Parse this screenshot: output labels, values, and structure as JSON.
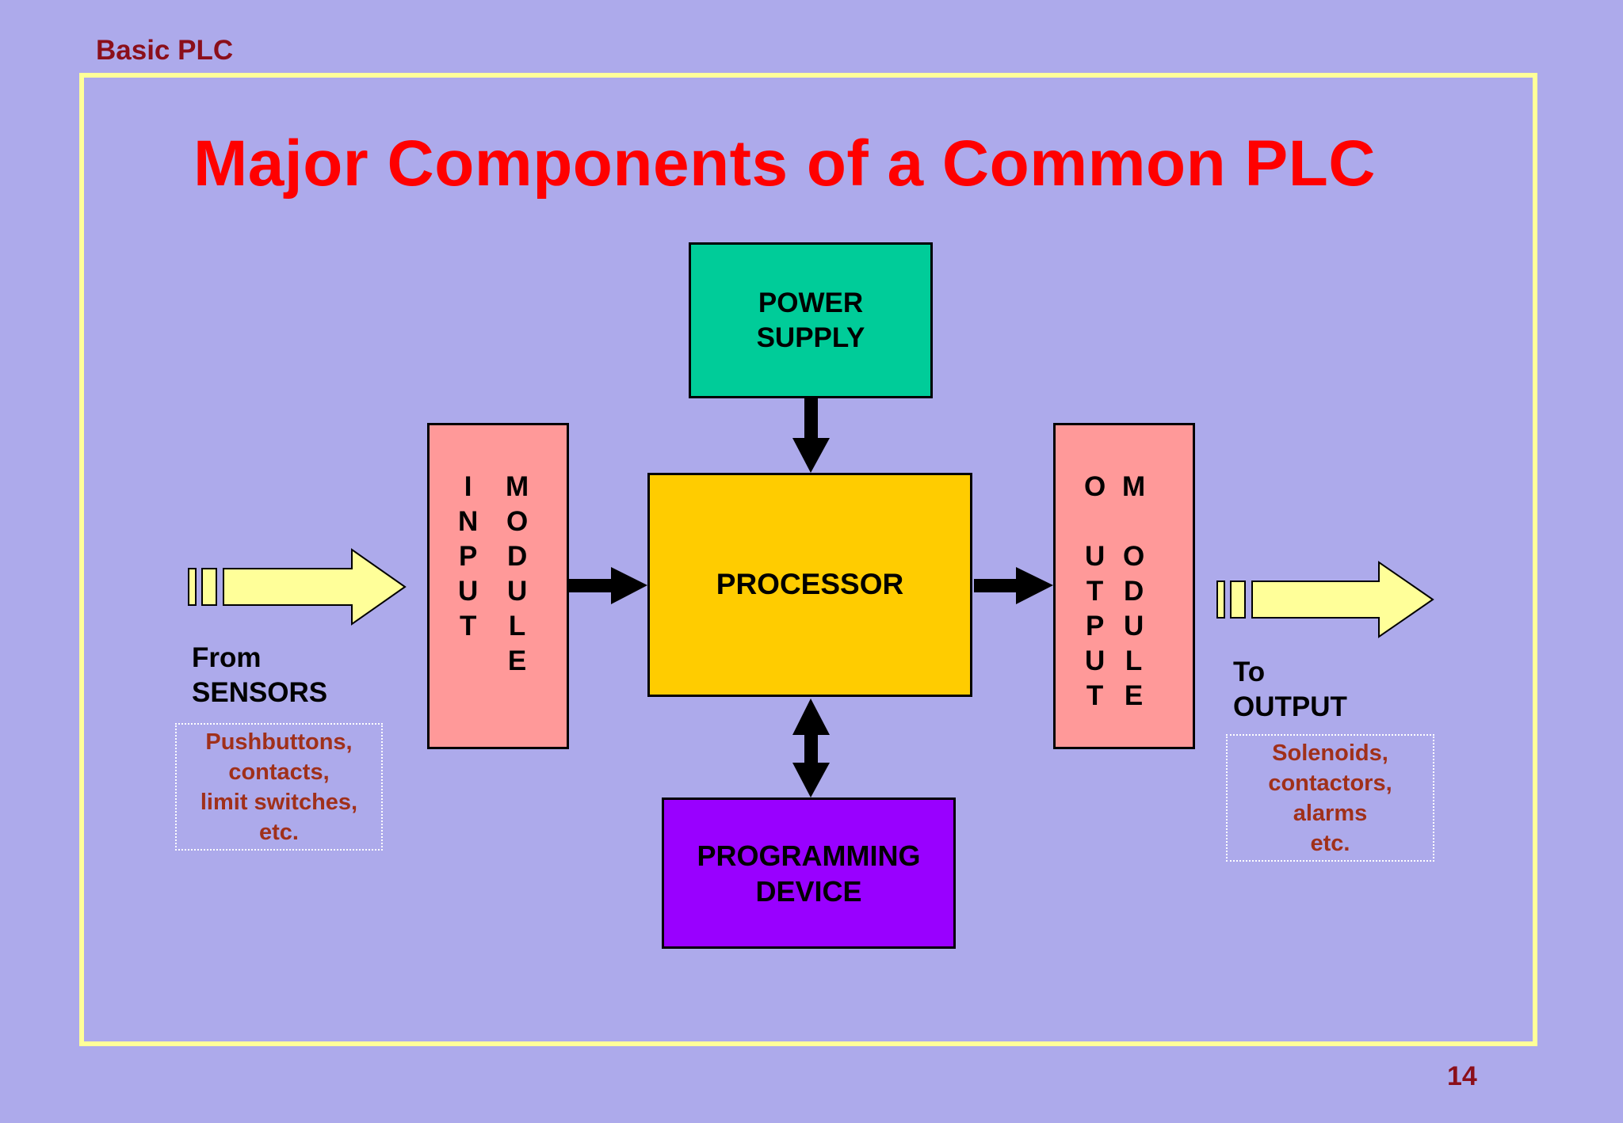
{
  "header": {
    "section": "Basic PLC"
  },
  "title": "Major Components of a Common PLC",
  "blocks": {
    "power_supply": "POWER\nSUPPLY",
    "processor": "PROCESSOR",
    "programming_device": "PROGRAMMING\nDEVICE",
    "input_module": {
      "col1": [
        "I",
        "N",
        "P",
        "U",
        "T"
      ],
      "col2": [
        "M",
        "O",
        "D",
        "U",
        "L",
        "E"
      ]
    },
    "output_module": {
      "col1": [
        "O",
        "",
        "U",
        "T",
        "P",
        "U",
        "T"
      ],
      "col2": [
        "M",
        "",
        "O",
        "D",
        "U",
        "L",
        "E"
      ]
    }
  },
  "left_side": {
    "label": "From\nSENSORS",
    "examples": "Pushbuttons,\ncontacts,\nlimit switches,\netc."
  },
  "right_side": {
    "label": "To\nOUTPUT",
    "examples": "Solenoids,\ncontactors,\nalarms\netc."
  },
  "page_number": "14",
  "colors": {
    "background": "#adaaeb",
    "frame": "#ffff99",
    "title": "#ff0000",
    "power_supply": "#00cc99",
    "processor": "#ffcc00",
    "programming_device": "#9900ff",
    "modules": "#ff9999",
    "io_arrows": "#ffff99",
    "example_text": "#a0301a"
  }
}
